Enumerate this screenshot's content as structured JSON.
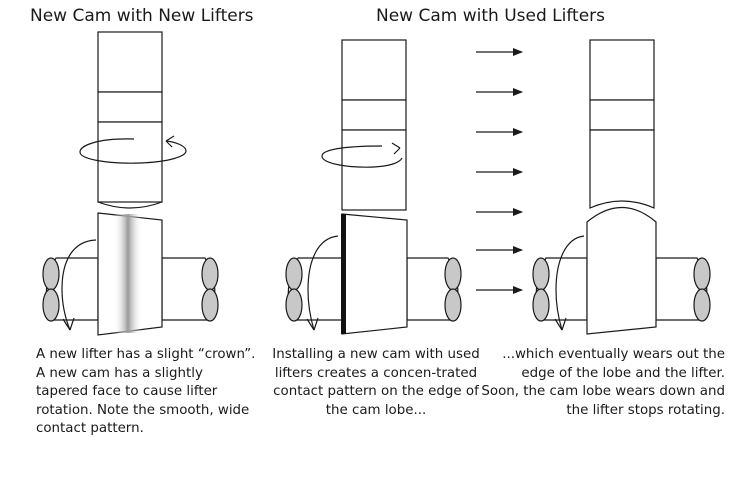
{
  "titles": {
    "left": "New Cam with New Lifters",
    "right": "New Cam with Used Lifters"
  },
  "captions": {
    "left": "A new lifter has a slight “crown”. A new cam has a slightly tapered face to cause lifter rotation. Note the smooth, wide contact pattern.",
    "middle": "Installing a new cam with used lifters creates a concen-trated contact pattern on the edge of the cam lobe...",
    "right": "...which eventually wears out the edge of the lobe and the lifter. Soon, the cam lobe wears down and the lifter stops rotating."
  },
  "colors": {
    "stroke": "#1a1a1a",
    "shaft_end_fill": "#c8c8c8",
    "contact_pattern": "#9a9a9a",
    "worn_edge": "#111111"
  }
}
